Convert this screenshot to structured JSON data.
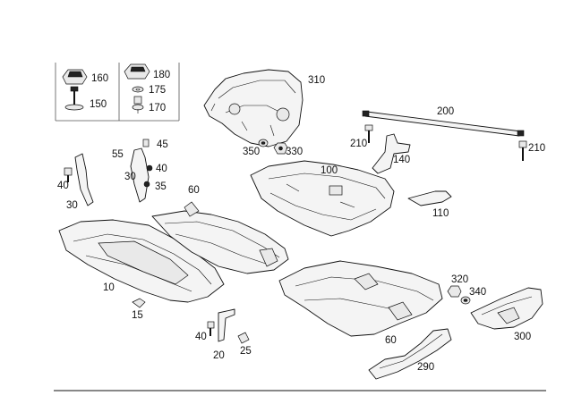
{
  "diagram": {
    "labels": {
      "l10": "10",
      "l15": "15",
      "l20": "20",
      "l25": "25",
      "l30a": "30",
      "l30b": "30",
      "l35": "35",
      "l40a": "40",
      "l40b": "40",
      "l40c": "40",
      "l45": "45",
      "l55": "55",
      "l60a": "60",
      "l60b": "60",
      "l100": "100",
      "l110": "110",
      "l140": "140",
      "l150": "150",
      "l160": "160",
      "l170": "170",
      "l175": "175",
      "l180": "180",
      "l200": "200",
      "l210a": "210",
      "l210b": "210",
      "l290": "290",
      "l300": "300",
      "l310": "310",
      "l320": "320",
      "l330": "330",
      "l340": "340",
      "l350": "350"
    }
  }
}
